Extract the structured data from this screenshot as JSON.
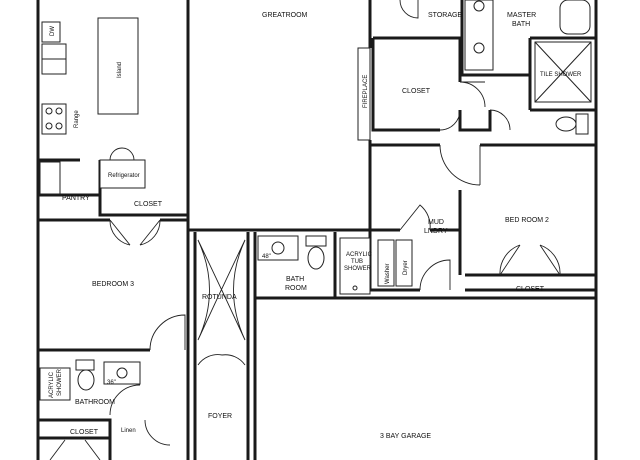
{
  "labels": {
    "greatroom": "GREATROOM",
    "storage": "STORAGE",
    "master_bath_1": "MASTER",
    "master_bath_2": "BATH",
    "closet_master": "CLOSET",
    "tile_shower": "TILE SHOWER",
    "fireplace": "FIREPLACE",
    "dw": "DW",
    "island": "Island",
    "range": "Range",
    "refrigerator": "Refrigerator",
    "pantry": "PANTRY",
    "closet_kitchen": "CLOSET",
    "mud_1": "MUD",
    "mud_2": "LNDRY",
    "bedroom_2": "BED ROOM 2",
    "closet_bed2": "CLOSET",
    "bedroom_3": "BEDROOM 3",
    "rotunda": "ROTUNDA",
    "bath_1": "BATH",
    "bath_2": "ROOM",
    "size_48": "48\"",
    "tub_1": "ACRYLIC",
    "tub_2": "TUB",
    "tub_3": "SHOWER",
    "washer": "Washer",
    "dryer": "Dryer",
    "acrylic_shower_1": "ACRYLIC",
    "acrylic_shower_2": "SHOWER",
    "size_36": "36\"",
    "bathroom": "BATHROOM",
    "foyer": "FOYER",
    "garage": "3 BAY GARAGE",
    "closet_bottom": "CLOSET",
    "linen": "Linen"
  }
}
